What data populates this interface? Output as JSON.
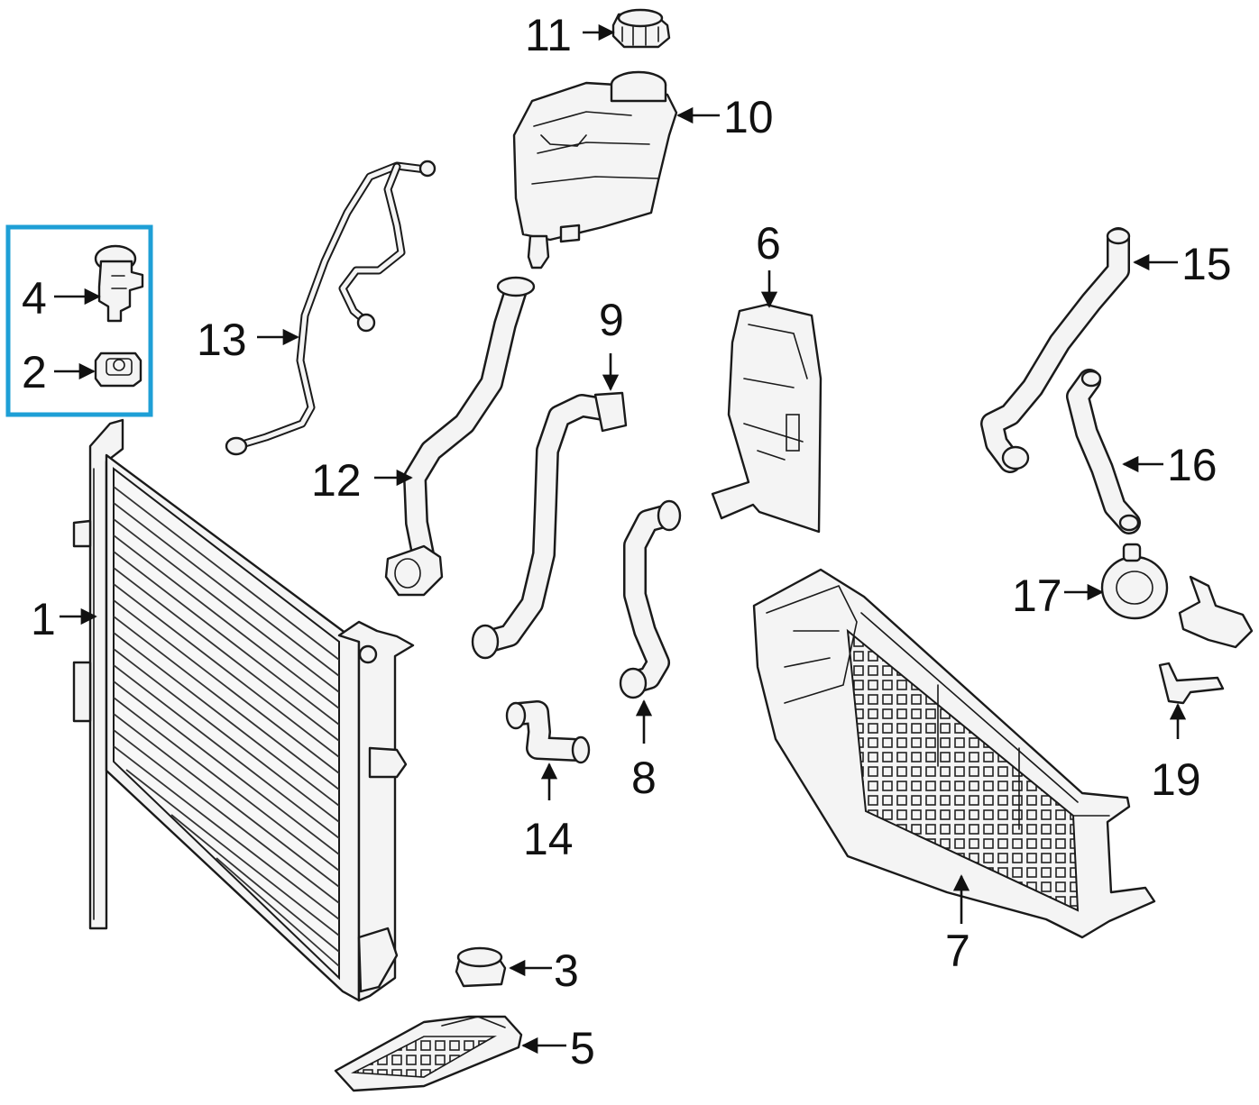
{
  "diagram": {
    "highlight_color": "#1e9fd6",
    "callouts": [
      {
        "id": "c11",
        "label": "11"
      },
      {
        "id": "c10",
        "label": "10"
      },
      {
        "id": "c4",
        "label": "4"
      },
      {
        "id": "c2",
        "label": "2"
      },
      {
        "id": "c13",
        "label": "13"
      },
      {
        "id": "c12",
        "label": "12"
      },
      {
        "id": "c9",
        "label": "9"
      },
      {
        "id": "c6",
        "label": "6"
      },
      {
        "id": "c15",
        "label": "15"
      },
      {
        "id": "c16",
        "label": "16"
      },
      {
        "id": "c17",
        "label": "17"
      },
      {
        "id": "c1",
        "label": "1"
      },
      {
        "id": "c14",
        "label": "14"
      },
      {
        "id": "c8",
        "label": "8"
      },
      {
        "id": "c19",
        "label": "19"
      },
      {
        "id": "c7",
        "label": "7"
      },
      {
        "id": "c3",
        "label": "3"
      },
      {
        "id": "c5",
        "label": "5"
      }
    ]
  }
}
